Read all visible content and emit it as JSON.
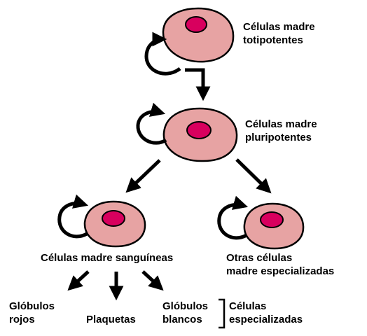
{
  "colors": {
    "cell_body": "#e7a3a3",
    "nucleus": "#d8005e",
    "outline": "#000000",
    "background": "#ffffff"
  },
  "stages": {
    "totipotent": {
      "line1": "Células madre",
      "line2": "totipotentes"
    },
    "pluripotent": {
      "line1": "Células madre",
      "line2": "pluripotentes"
    },
    "blood": {
      "line1": "Células madre sanguíneas"
    },
    "other": {
      "line1": "Otras células",
      "line2": "madre especializadas"
    }
  },
  "products": {
    "red_cells": {
      "line1": "Glóbulos",
      "line2": "rojos"
    },
    "platelets": {
      "line1": "Plaquetas"
    },
    "white_cells": {
      "line1": "Glóbulos",
      "line2": "blancos"
    }
  },
  "bracket_label": {
    "line1": "Células",
    "line2": "especializadas"
  }
}
